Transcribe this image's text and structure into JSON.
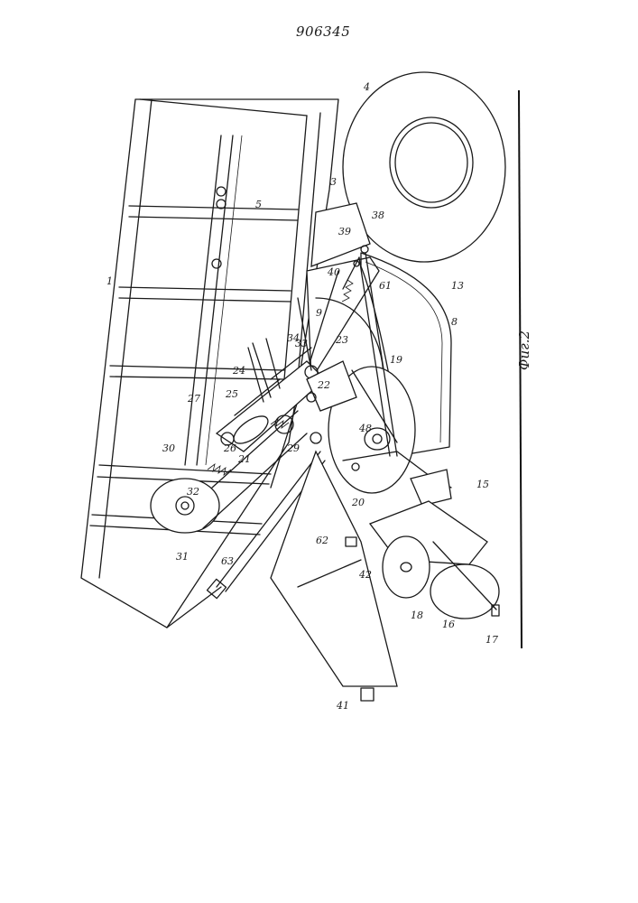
{
  "header": {
    "document_number": "906345"
  },
  "figure": {
    "caption": "Фиг.2",
    "part_labels": {
      "p1": "1",
      "p3": "3",
      "p4": "4",
      "p5": "5",
      "p8": "8",
      "p9": "9",
      "p13": "13",
      "p15": "15",
      "p16": "16",
      "p17": "17",
      "p18": "18",
      "p19": "19",
      "p20": "20",
      "p21": "21",
      "p22": "22",
      "p23": "23",
      "p24": "24",
      "p25": "25",
      "p26": "26",
      "p27": "27",
      "p29": "29",
      "p30": "30",
      "p31": "31",
      "p32": "32",
      "p33": "33",
      "p34": "34",
      "p38": "38",
      "p39": "39",
      "p40": "40",
      "p41": "41",
      "p42": "42",
      "p48": "48",
      "p61": "61",
      "p62": "62",
      "p63": "63"
    }
  }
}
